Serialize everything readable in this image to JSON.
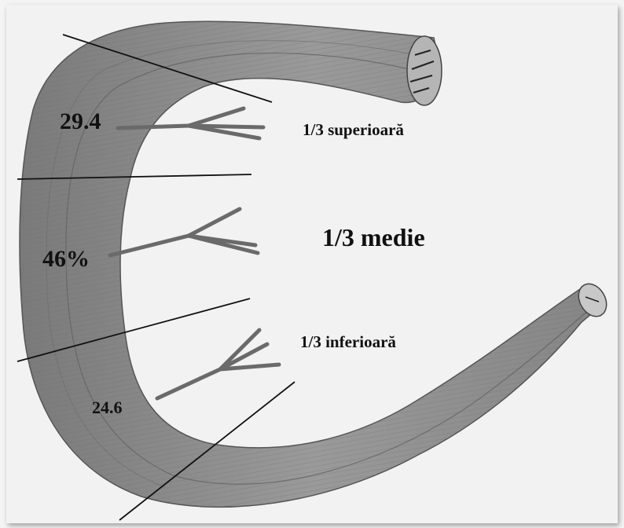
{
  "labels": {
    "superior": "1/3 superioară",
    "medie": "1/3 medie",
    "inferior": "1/3 inferioară"
  },
  "percentages": {
    "superior": "29.4",
    "medie": "46%",
    "inferior": "24.6"
  },
  "colors": {
    "tissue": "#8c8c8c",
    "tissue_dark": "#5f5f5f",
    "background": "#f2f2f2"
  }
}
